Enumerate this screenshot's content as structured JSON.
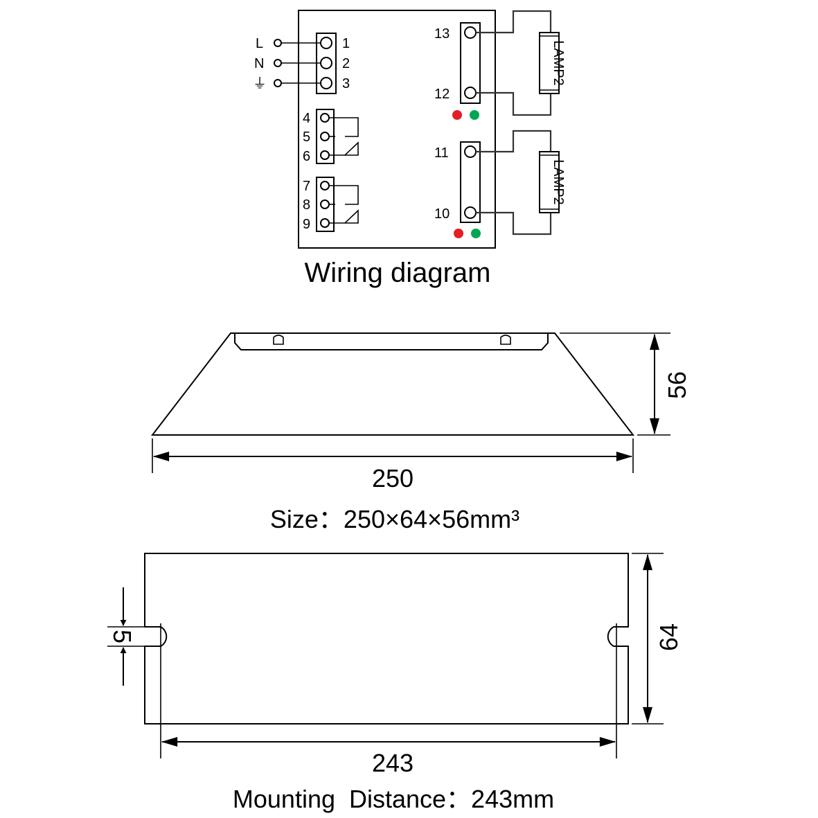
{
  "wiring": {
    "title": "Wiring diagram",
    "inputs": [
      "L",
      "N",
      "⏚"
    ],
    "terminals_left": [
      "1",
      "2",
      "3"
    ],
    "relay_a": [
      "4",
      "5",
      "6"
    ],
    "relay_b": [
      "7",
      "8",
      "9"
    ],
    "lamp_terminals_top": [
      "13",
      "12"
    ],
    "lamp_terminals_bottom": [
      "11",
      "10"
    ],
    "lamp_label": "LAMP2",
    "indicator_colors": {
      "red": "#e41e26",
      "green": "#00a651"
    }
  },
  "side_view": {
    "height_label": "56",
    "width_label": "250",
    "size_caption": "Size：250×64×56mm³"
  },
  "top_view": {
    "slot_label": "5",
    "depth_label": "64",
    "mount_label": "243",
    "mount_caption": "Mounting  Distance：243mm"
  }
}
